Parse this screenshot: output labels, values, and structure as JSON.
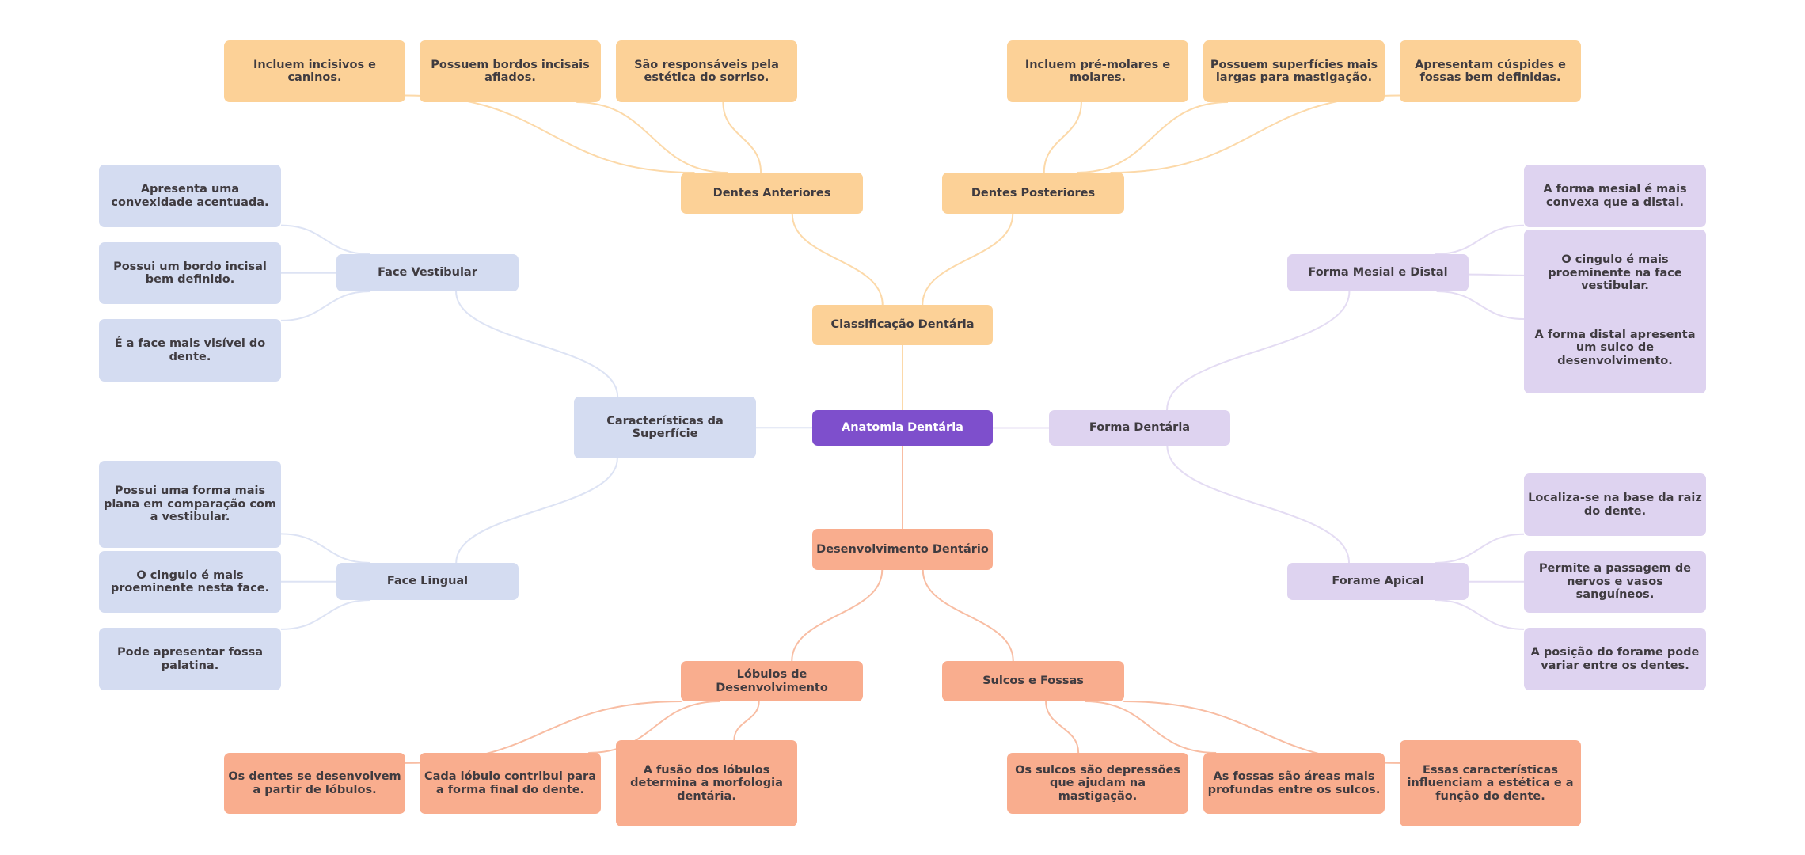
{
  "title": "Anatomia Dentária",
  "colors": {
    "root": "#7e4fcc",
    "classificacao": "#fcd197",
    "superficie": "#d4dcf1",
    "forma": "#ded3f0",
    "desenvolvimento": "#f9ad8e",
    "text": "#3f3b40",
    "edge_classificacao": "#fcd9a9",
    "edge_superficie": "#dde3f4",
    "edge_forma": "#e4dcf3",
    "edge_desenvolvimento": "#f8bda3"
  },
  "nodes": {
    "root": "Anatomia Dentária",
    "class": "Classificação Dentária",
    "ant": "Dentes Anteriores",
    "post": "Dentes Posteriores",
    "a1": "Incluem incisivos e caninos.",
    "a2": "Possuem bordos incisais afiados.",
    "a3": "São responsáveis pela estética do sorriso.",
    "p1": "Incluem pré-molares e molares.",
    "p2": "Possuem superfícies mais largas para mastigação.",
    "p3": "Apresentam cúspides e fossas bem definidas.",
    "surf": "Características da Superfície",
    "vest": "Face Vestibular",
    "ling": "Face Lingual",
    "v1": "Apresenta uma convexidade acentuada.",
    "v2": "Possui um bordo incisal bem definido.",
    "v3": "É a face mais visível do dente.",
    "l1": "Possui uma forma mais plana em comparação com a vestibular.",
    "l2": "O cingulo é mais proeminente nesta face.",
    "l3": "Pode apresentar fossa palatina.",
    "forma": "Forma Dentária",
    "mes": "Forma Mesial e Distal",
    "apic": "Forame Apical",
    "m1": "A forma mesial é mais convexa que a distal.",
    "m2": "O cingulo é mais proeminente na face vestibular.",
    "m3": "A forma distal apresenta um sulco de desenvolvimento.",
    "f1": "Localiza-se na base da raiz do dente.",
    "f2": "Permite a passagem de nervos e vasos sanguíneos.",
    "f3": "A posição do forame pode variar entre os dentes.",
    "dev": "Desenvolvimento Dentário",
    "lob": "Lóbulos de Desenvolvimento",
    "sulc": "Sulcos e Fossas",
    "d1": "Os dentes se desenvolvem a partir de lóbulos.",
    "d2": "Cada lóbulo contribui para a forma final do dente.",
    "d3": "A fusão dos lóbulos determina a morfologia dentária.",
    "s1": "Os sulcos são depressões que ajudam na mastigação.",
    "s2": "As fossas são áreas mais profundas entre os sulcos.",
    "s3": "Essas características influenciam a estética e a função do dente."
  },
  "edges": [
    {
      "from": "root",
      "to": "class",
      "branch": "classificacao"
    },
    {
      "from": "class",
      "to": "ant",
      "branch": "classificacao"
    },
    {
      "from": "class",
      "to": "post",
      "branch": "classificacao"
    },
    {
      "from": "ant",
      "to": "a1",
      "branch": "classificacao"
    },
    {
      "from": "ant",
      "to": "a2",
      "branch": "classificacao"
    },
    {
      "from": "ant",
      "to": "a3",
      "branch": "classificacao"
    },
    {
      "from": "post",
      "to": "p1",
      "branch": "classificacao"
    },
    {
      "from": "post",
      "to": "p2",
      "branch": "classificacao"
    },
    {
      "from": "post",
      "to": "p3",
      "branch": "classificacao"
    },
    {
      "from": "root",
      "to": "surf",
      "branch": "superficie"
    },
    {
      "from": "surf",
      "to": "vest",
      "branch": "superficie"
    },
    {
      "from": "surf",
      "to": "ling",
      "branch": "superficie"
    },
    {
      "from": "vest",
      "to": "v1",
      "branch": "superficie"
    },
    {
      "from": "vest",
      "to": "v2",
      "branch": "superficie"
    },
    {
      "from": "vest",
      "to": "v3",
      "branch": "superficie"
    },
    {
      "from": "ling",
      "to": "l1",
      "branch": "superficie"
    },
    {
      "from": "ling",
      "to": "l2",
      "branch": "superficie"
    },
    {
      "from": "ling",
      "to": "l3",
      "branch": "superficie"
    },
    {
      "from": "root",
      "to": "forma",
      "branch": "forma"
    },
    {
      "from": "forma",
      "to": "mes",
      "branch": "forma"
    },
    {
      "from": "forma",
      "to": "apic",
      "branch": "forma"
    },
    {
      "from": "mes",
      "to": "m1",
      "branch": "forma"
    },
    {
      "from": "mes",
      "to": "m2",
      "branch": "forma"
    },
    {
      "from": "mes",
      "to": "m3",
      "branch": "forma"
    },
    {
      "from": "apic",
      "to": "f1",
      "branch": "forma"
    },
    {
      "from": "apic",
      "to": "f2",
      "branch": "forma"
    },
    {
      "from": "apic",
      "to": "f3",
      "branch": "forma"
    },
    {
      "from": "root",
      "to": "dev",
      "branch": "desenvolvimento"
    },
    {
      "from": "dev",
      "to": "lob",
      "branch": "desenvolvimento"
    },
    {
      "from": "dev",
      "to": "sulc",
      "branch": "desenvolvimento"
    },
    {
      "from": "lob",
      "to": "d1",
      "branch": "desenvolvimento"
    },
    {
      "from": "lob",
      "to": "d2",
      "branch": "desenvolvimento"
    },
    {
      "from": "lob",
      "to": "d3",
      "branch": "desenvolvimento"
    },
    {
      "from": "sulc",
      "to": "s1",
      "branch": "desenvolvimento"
    },
    {
      "from": "sulc",
      "to": "s2",
      "branch": "desenvolvimento"
    },
    {
      "from": "sulc",
      "to": "s3",
      "branch": "desenvolvimento"
    }
  ]
}
